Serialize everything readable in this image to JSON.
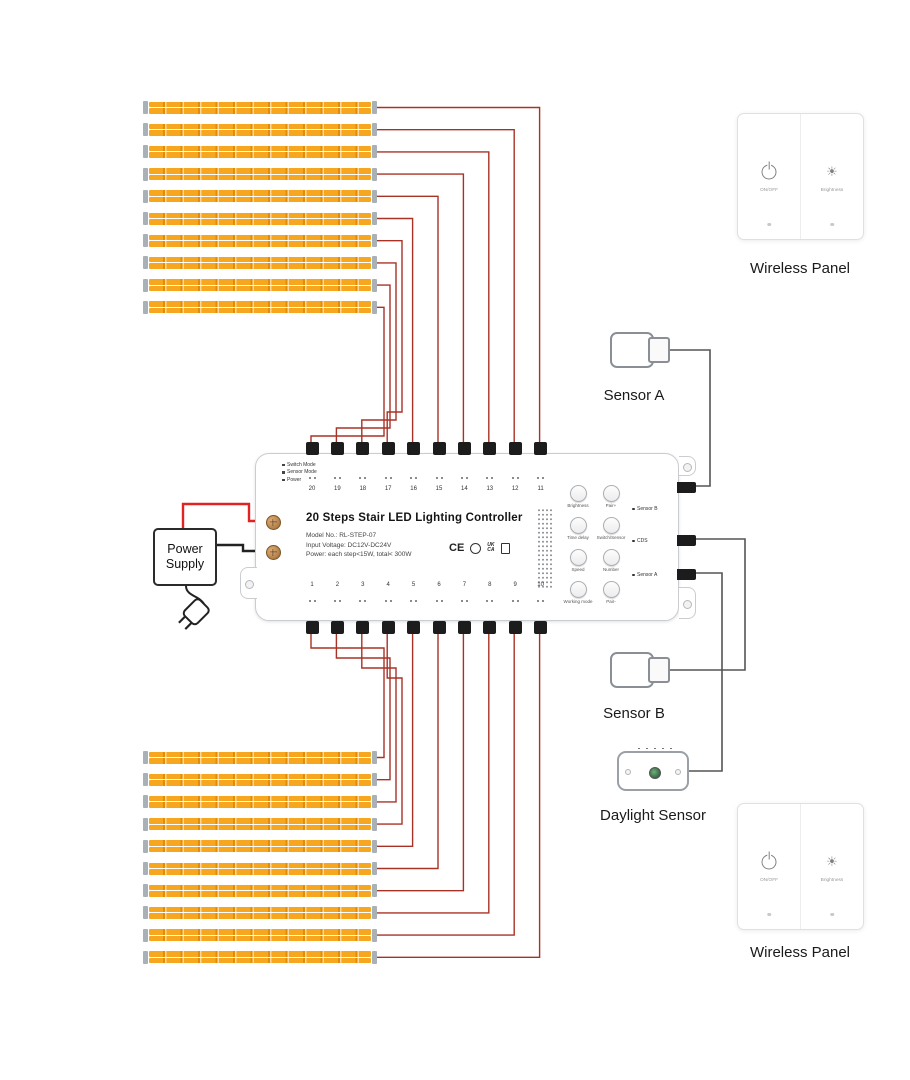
{
  "power_supply": {
    "label_line1": "Power",
    "label_line2": "Supply"
  },
  "controller": {
    "title": "20 Steps Stair LED Lighting Controller",
    "spec_lines": [
      "Model No.: RL-STEP-07",
      "Input Voltage: DC12V-DC24V",
      "Power: each step<15W, total< 300W"
    ],
    "indicators": [
      "Switch Mode",
      "Sensor Mode",
      "Power"
    ],
    "top_terminal_labels": [
      "20",
      "19",
      "18",
      "17",
      "16",
      "15",
      "14",
      "13",
      "12",
      "11"
    ],
    "bottom_terminal_labels": [
      "1",
      "2",
      "3",
      "4",
      "5",
      "6",
      "7",
      "8",
      "9",
      "10"
    ],
    "button_labels_col1": [
      "Brightness",
      "Time delay",
      "Speed",
      "Working mode"
    ],
    "button_labels_col2": [
      "Pair+",
      "Switch/Sensor",
      "Number",
      "Pair-"
    ],
    "port_labels": [
      "Sensor B",
      "CDS",
      "Sensor A"
    ],
    "cert": {
      "ce": "CE",
      "ukca_top": "UK",
      "ukca_bottom": "CA"
    }
  },
  "sensors": {
    "sensor_a": "Sensor A",
    "sensor_b": "Sensor B",
    "daylight": "Daylight Sensor"
  },
  "wireless_panel_top": {
    "caption": "Wireless Panel",
    "onoff": "ON/OFF",
    "brightness": "Brightness",
    "sun_glyph": "☀"
  },
  "wireless_panel_bottom": {
    "caption": "Wireless Panel",
    "onoff": "ON/OFF",
    "brightness": "Brightness",
    "sun_glyph": "☀"
  },
  "led": {
    "top_count": 10,
    "bottom_count": 10
  },
  "colors": {
    "led_strip": "#f6a71f",
    "led_wire": "#a93226",
    "power_live": "#e02424",
    "power_neutral": "#222222",
    "signal_wire": "#555555"
  }
}
